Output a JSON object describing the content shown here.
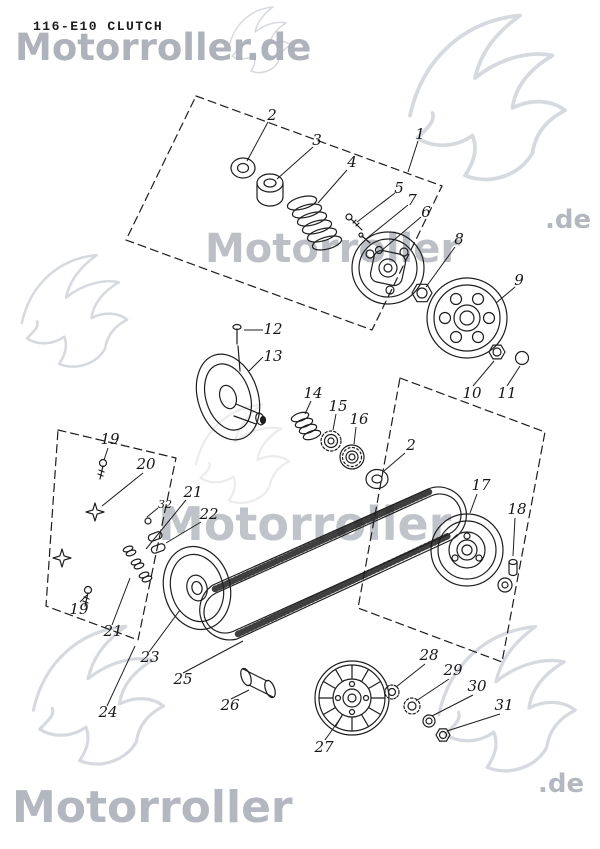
{
  "header": {
    "title": "116-E10 CLUTCH"
  },
  "watermark": {
    "top": "Motorroller.de",
    "name": "Motorroller",
    "de_suffix": ".de"
  },
  "colors": {
    "ink": "#1d1d1d",
    "watermark_gray": "#a6abb4",
    "eagle_gray": "#d6d9de"
  },
  "diagram": {
    "type": "exploded-parts-diagram",
    "subject": "scooter clutch / variator assembly",
    "labels": [
      "2",
      "3",
      "4",
      "1",
      "5",
      "7",
      "6",
      "8",
      "9",
      "10",
      "11",
      "12",
      "13",
      "14",
      "15",
      "16",
      "2",
      "17",
      "18",
      "19",
      "20",
      "32",
      "21",
      "22",
      "19",
      "21",
      "23",
      "25",
      "24",
      "26",
      "27",
      "28",
      "29",
      "30",
      "31"
    ]
  }
}
